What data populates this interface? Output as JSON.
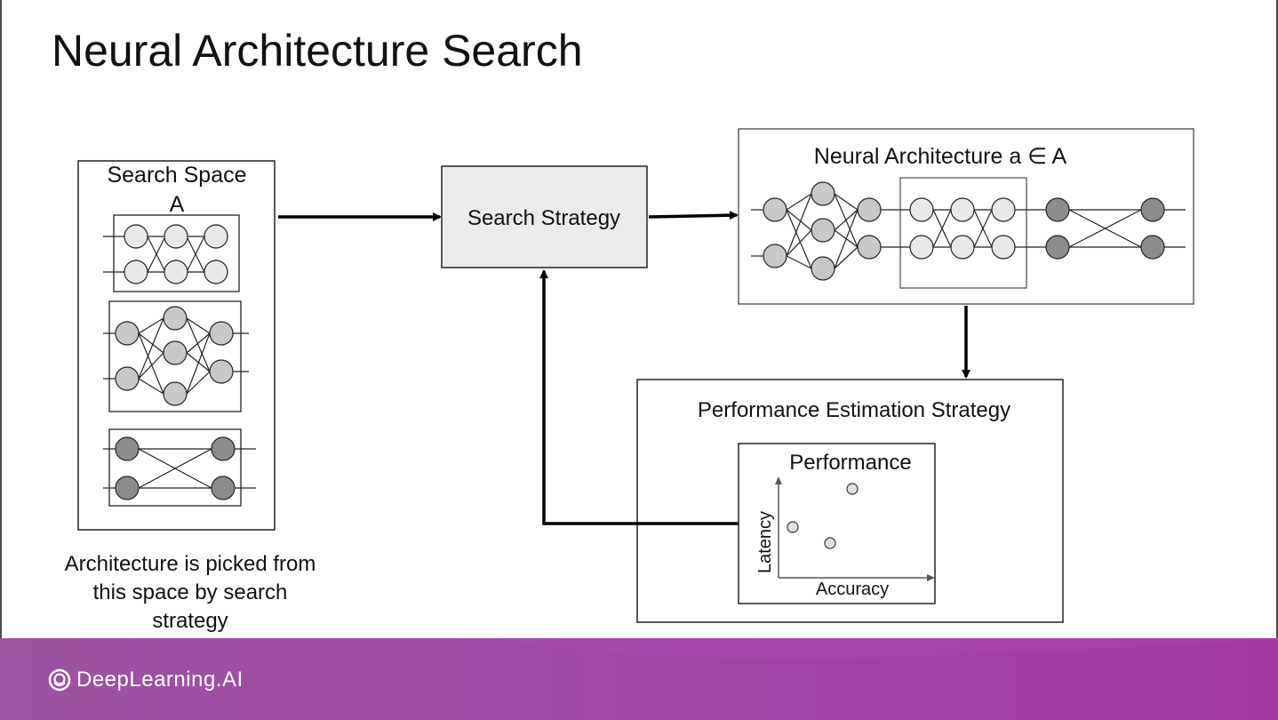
{
  "title": "Neural Architecture Search",
  "search_space": {
    "title_line1": "Search Space",
    "title_line2": "A"
  },
  "caption": {
    "line1": "Architecture is picked from",
    "line2": "this space by search",
    "line3": "strategy"
  },
  "search_strategy": {
    "label": "Search Strategy"
  },
  "neural_architecture": {
    "label": "Neural Architecture a ∈ A"
  },
  "performance_estimation": {
    "label": "Performance Estimation Strategy",
    "plot_title": "Performance",
    "x_label": "Accuracy",
    "y_label": "Latency"
  },
  "brand": {
    "name": "DeepLearning.AI"
  },
  "colors": {
    "node_light": "#e8e8e8",
    "node_mid": "#c8c8c8",
    "node_dark": "#8c8c8c",
    "strategy_fill": "#ebebeb",
    "footer_left": "#9b4fa0",
    "footer_right": "#a23aa2"
  }
}
